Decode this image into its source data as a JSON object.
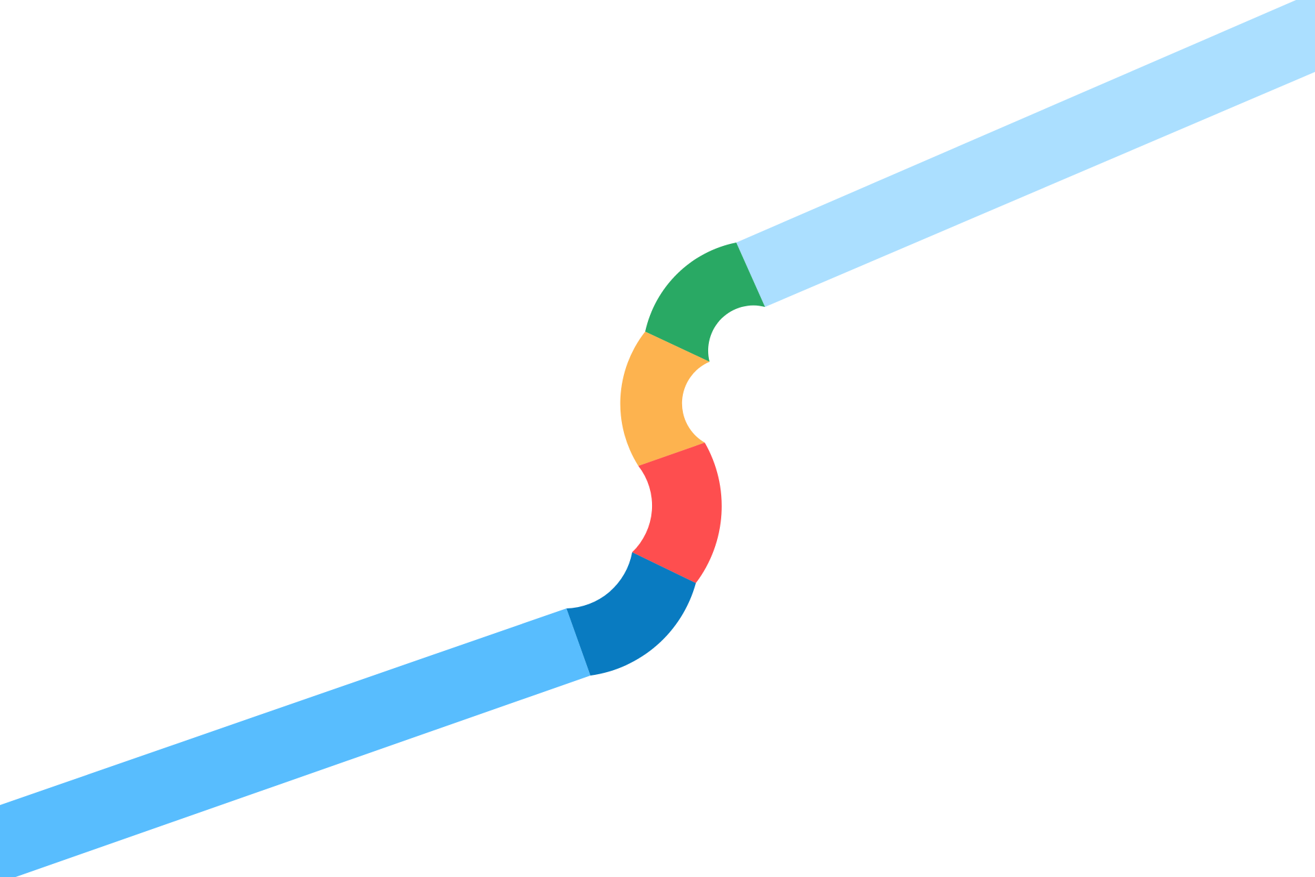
{
  "background": "#ffffff",
  "ribbon": {
    "segments": [
      {
        "name": "upper-band",
        "color": "#abdfff"
      },
      {
        "name": "green-arc",
        "color": "#29a964"
      },
      {
        "name": "orange-arc",
        "color": "#fdb34f"
      },
      {
        "name": "red-arc",
        "color": "#fe4e4f"
      },
      {
        "name": "dark-blue-arc",
        "color": "#097bc1"
      },
      {
        "name": "lower-band",
        "color": "#58bdfe"
      }
    ]
  }
}
